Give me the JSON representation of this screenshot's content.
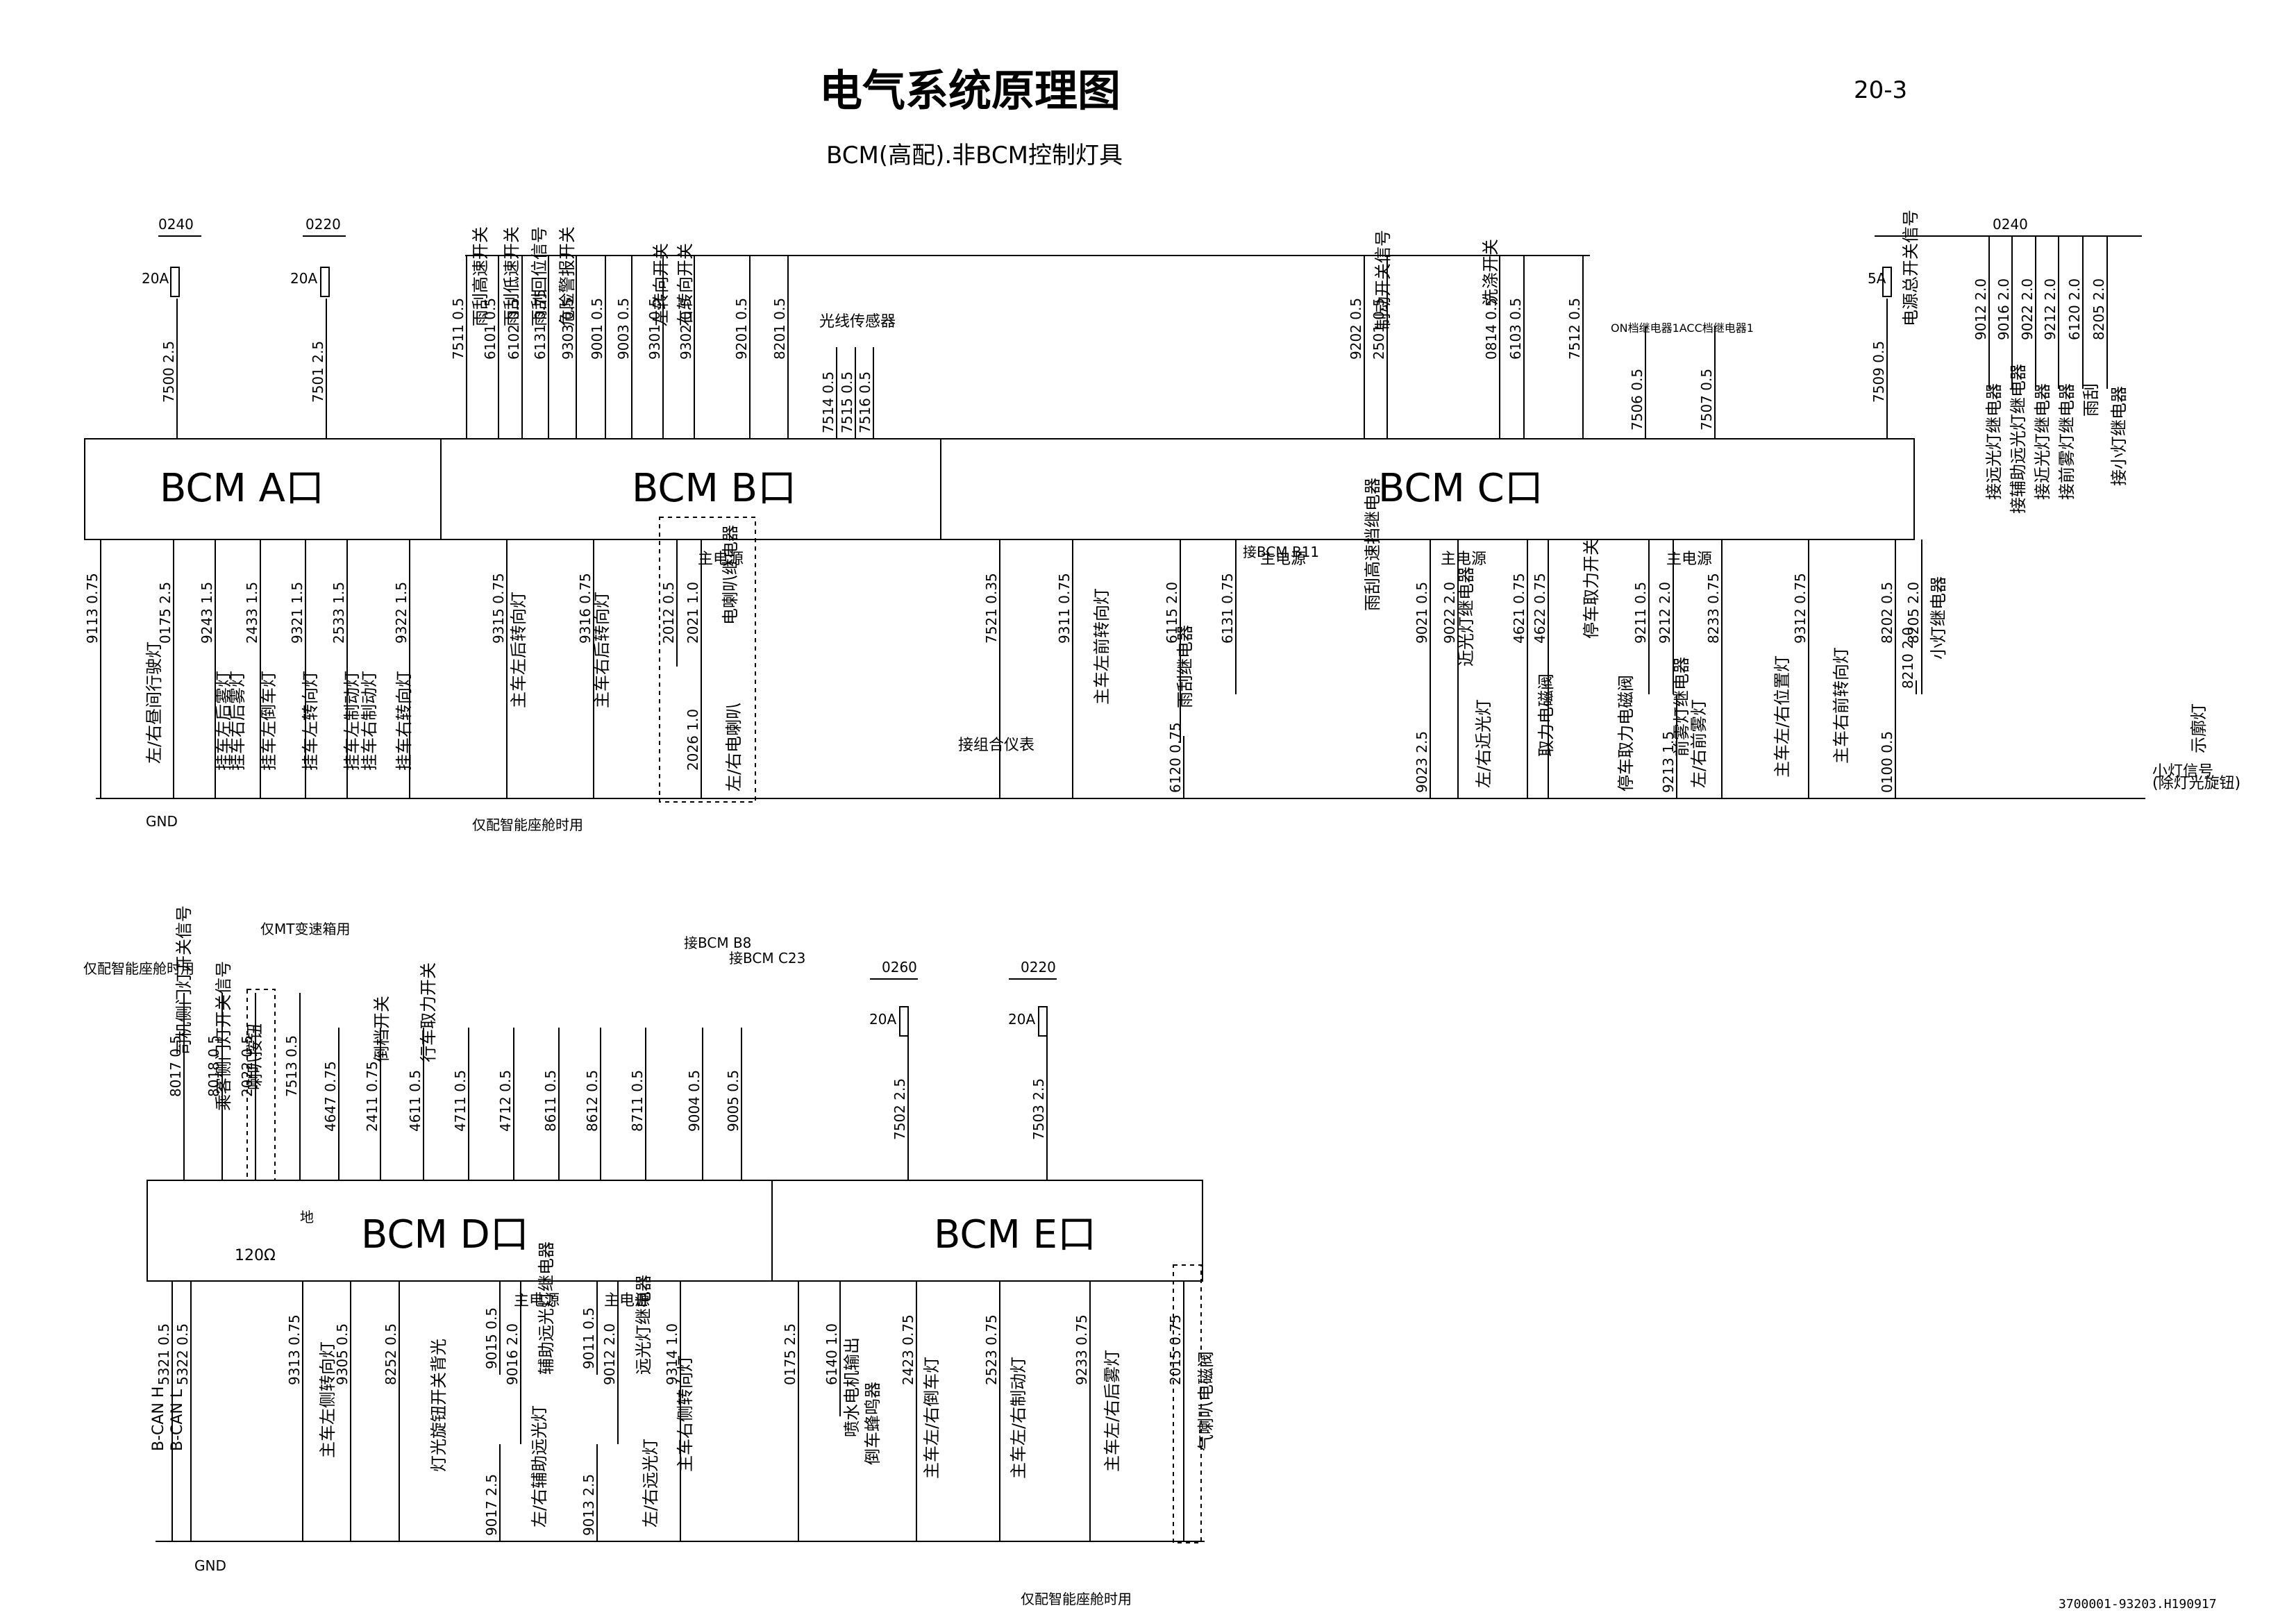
{
  "header": {
    "title": "电气系统原理图",
    "page": "20-3",
    "subtitle": "BCM(高配).非BCM控制灯具",
    "doc_no": "3700001-93203.H190917"
  },
  "blocks": [
    {
      "label": "BCM A口"
    },
    {
      "label": "BCM B口"
    },
    {
      "label": "BCM C口"
    },
    {
      "label": "BCM D口"
    },
    {
      "label": "BCM E口"
    }
  ],
  "wires": [
    {
      "label": "7500 2.5"
    },
    {
      "label": "7501 2.5"
    },
    {
      "label": "7511 0.5"
    },
    {
      "label": "6101 0.5"
    },
    {
      "label": "6102 0.5"
    },
    {
      "label": "6131 0.75"
    },
    {
      "label": "9303 0.5"
    },
    {
      "label": "9001 0.5"
    },
    {
      "label": "9003 0.5"
    },
    {
      "label": "9301 0.5"
    },
    {
      "label": "9302 0.5"
    },
    {
      "label": "9201 0.5"
    },
    {
      "label": "8201 0.5"
    },
    {
      "label": "7514 0.5"
    },
    {
      "label": "7515 0.5"
    },
    {
      "label": "7516 0.5"
    },
    {
      "label": "9202 0.5"
    },
    {
      "label": "2501 0.5"
    },
    {
      "label": "0814 0.5"
    },
    {
      "label": "6103 0.5"
    },
    {
      "label": "7512 0.5"
    },
    {
      "label": "7506 0.5"
    },
    {
      "label": "7507 0.5"
    },
    {
      "label": "7509 0.5"
    },
    {
      "label": "9012 2.0"
    },
    {
      "label": "9016 2.0"
    },
    {
      "label": "9022 2.0"
    },
    {
      "label": "9212 2.0"
    },
    {
      "label": "6120 2.0"
    },
    {
      "label": "8205 2.0"
    },
    {
      "label": "9113 0.75"
    },
    {
      "label": "0175 2.5"
    },
    {
      "label": "9243 1.5"
    },
    {
      "label": "2433 1.5"
    },
    {
      "label": "9321 1.5"
    },
    {
      "label": "2533 1.5"
    },
    {
      "label": "9322 1.5"
    },
    {
      "label": "9315 0.75"
    },
    {
      "label": "9316 0.75"
    },
    {
      "label": "2012 0.5"
    },
    {
      "label": "2021 1.0"
    },
    {
      "label": "2026 1.0"
    },
    {
      "label": "7521 0.35"
    },
    {
      "label": "9311 0.75"
    },
    {
      "label": "6115 2.0"
    },
    {
      "label": "6131 0.75"
    },
    {
      "label": "6120 0.75"
    },
    {
      "label": "9021 0.5"
    },
    {
      "label": "9022 2.0"
    },
    {
      "label": "9023 2.5"
    },
    {
      "label": "4621 0.75"
    },
    {
      "label": "4622 0.75"
    },
    {
      "label": "9211 0.5"
    },
    {
      "label": "9212 2.0"
    },
    {
      "label": "9213 1.5"
    },
    {
      "label": "8233 0.75"
    },
    {
      "label": "9312 0.75"
    },
    {
      "label": "8202 0.5"
    },
    {
      "label": "8205 2.0"
    },
    {
      "label": "0100 0.5"
    },
    {
      "label": "8210 2.0"
    },
    {
      "label": "8017 0.5"
    },
    {
      "label": "8018 0.5"
    },
    {
      "label": "2022 0.5"
    },
    {
      "label": "7513 0.5"
    },
    {
      "label": "4647 0.75"
    },
    {
      "label": "2411 0.75"
    },
    {
      "label": "4611 0.5"
    },
    {
      "label": "4711 0.5"
    },
    {
      "label": "4712 0.5"
    },
    {
      "label": "8611 0.5"
    },
    {
      "label": "8612 0.5"
    },
    {
      "label": "8711 0.5"
    },
    {
      "label": "9004 0.5"
    },
    {
      "label": "9005 0.5"
    },
    {
      "label": "7502 2.5"
    },
    {
      "label": "7503 2.5"
    },
    {
      "label": "5321 0.5"
    },
    {
      "label": "5322 0.5"
    },
    {
      "label": "9313 0.75"
    },
    {
      "label": "9305 0.5"
    },
    {
      "label": "8252 0.5"
    },
    {
      "label": "9015 0.5"
    },
    {
      "label": "9016 2.0"
    },
    {
      "label": "9017 2.5"
    },
    {
      "label": "9011 0.5"
    },
    {
      "label": "9012 2.0"
    },
    {
      "label": "9013 2.5"
    },
    {
      "label": "9314 1.0"
    },
    {
      "label": "0175 2.5"
    },
    {
      "label": "6140 1.0"
    },
    {
      "label": "2423 0.75"
    },
    {
      "label": "2523 0.75"
    },
    {
      "label": "9233 0.75"
    },
    {
      "label": "2015 0.75"
    }
  ],
  "components": [
    {
      "label": "雨刮高速开关"
    },
    {
      "label": "雨刮低速开关"
    },
    {
      "label": "雨刮回位信号"
    },
    {
      "label": "危险警报开关"
    },
    {
      "label": "左转向开关"
    },
    {
      "label": "右转向开关"
    },
    {
      "label": "光线传感器"
    },
    {
      "label": "制动开关信号"
    },
    {
      "label": "洗涤开关"
    },
    {
      "label": "电源总开关信号"
    },
    {
      "label": "接远光灯继电器"
    },
    {
      "label": "接辅助远光灯继电器"
    },
    {
      "label": "接近光灯继电器"
    },
    {
      "label": "接前雾灯继电器"
    },
    {
      "label": "雨刮"
    },
    {
      "label": "接小灯继电器"
    },
    {
      "label": "左/右昼间行驶灯"
    },
    {
      "label": "挂车左后雾灯"
    },
    {
      "label": "挂车右后雾灯"
    },
    {
      "label": "挂车左倒车灯"
    },
    {
      "label": "挂车左转向灯"
    },
    {
      "label": "挂车左制动灯"
    },
    {
      "label": "挂车右制动灯"
    },
    {
      "label": "挂车右转向灯"
    },
    {
      "label": "主车左后转向灯"
    },
    {
      "label": "主车右后转向灯"
    },
    {
      "label": "电喇叭继电器"
    },
    {
      "label": "左/右电喇叭"
    },
    {
      "label": "接组合仪表"
    },
    {
      "label": "主车左前转向灯"
    },
    {
      "label": "雨刮继电器"
    },
    {
      "label": "雨刮高速挡继电器"
    },
    {
      "label": "近光灯继电器"
    },
    {
      "label": "左/右近光灯"
    },
    {
      "label": "取力电磁阀"
    },
    {
      "label": "停车取力开关"
    },
    {
      "label": "停车取力电磁阀"
    },
    {
      "label": "前雾灯继电器"
    },
    {
      "label": "左/右前雾灯"
    },
    {
      "label": "主车左/右位置灯"
    },
    {
      "label": "主车右前转向灯"
    },
    {
      "label": "小灯继电器"
    },
    {
      "label": "示廓灯"
    },
    {
      "label": "小灯信号"
    },
    {
      "label": "(除灯光旋钮)"
    },
    {
      "label": "司机侧门灯开关信号"
    },
    {
      "label": "乘客侧门灯开关信号"
    },
    {
      "label": "喇叭按钮"
    },
    {
      "label": "倒档开关"
    },
    {
      "label": "行车取力开关"
    },
    {
      "label": "主车左侧转向灯"
    },
    {
      "label": "灯光旋钮开关背光"
    },
    {
      "label": "辅助远光灯继电器"
    },
    {
      "label": "左/右辅助远光灯"
    },
    {
      "label": "远光灯继电器"
    },
    {
      "label": "左/右远光灯"
    },
    {
      "label": "主车右侧转向灯"
    },
    {
      "label": "喷水电机输出"
    },
    {
      "label": "倒车蜂鸣器"
    },
    {
      "label": "主车左/右倒车灯"
    },
    {
      "label": "主车左/右制动灯"
    },
    {
      "label": "主车左/右后雾灯"
    },
    {
      "label": "气喇叭电磁阀"
    }
  ],
  "notes": [
    {
      "label": "仅配智能座舱时用"
    },
    {
      "label": "仅MT变速箱用"
    },
    {
      "label": "主电源"
    },
    {
      "label": "接BCM B11"
    },
    {
      "label": "接BCM B8"
    },
    {
      "label": "接BCM C23"
    },
    {
      "label": "地"
    },
    {
      "label": "GND"
    },
    {
      "label": "120Ω"
    },
    {
      "label": "B-CAN H"
    },
    {
      "label": "B-CAN L"
    },
    {
      "label": "ON档继电器1ACC档继电器1"
    }
  ],
  "fuses": [
    {
      "feed": "0240",
      "rating": "20A"
    },
    {
      "feed": "0220",
      "rating": "20A"
    },
    {
      "feed": "0240",
      "rating": "5A"
    },
    {
      "feed": "0260",
      "rating": "20A"
    },
    {
      "feed": "0220",
      "rating": "20A"
    }
  ],
  "colors": {
    "ink": "#000000",
    "paper": "#ffffff"
  }
}
